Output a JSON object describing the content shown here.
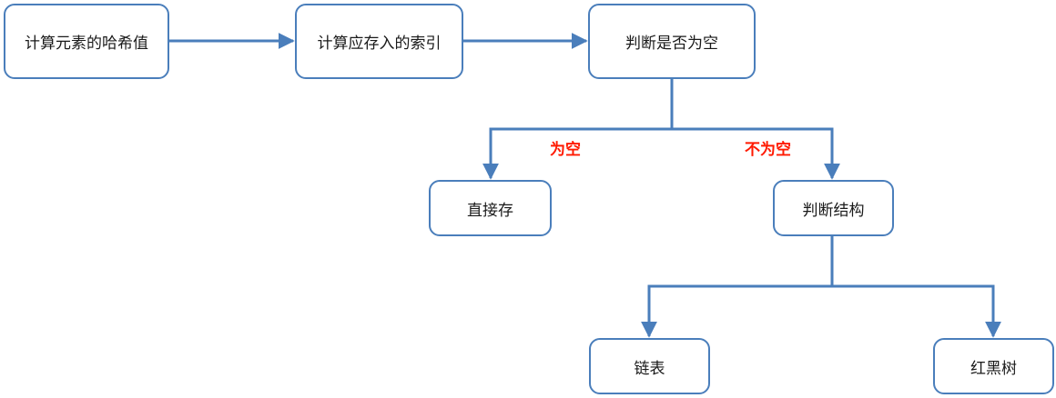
{
  "nodes": {
    "compute_hash": "计算元素的哈希值",
    "compute_index": "计算应存入的索引",
    "check_empty": "判断是否为空",
    "store_directly": "直接存",
    "check_structure": "判断结构",
    "linked_list": "链表",
    "red_black_tree": "红黑树"
  },
  "edge_labels": {
    "is_empty": "为空",
    "not_empty": "不为空"
  },
  "colors": {
    "stroke": "#4a7ebb",
    "label": "#ff1a00"
  }
}
